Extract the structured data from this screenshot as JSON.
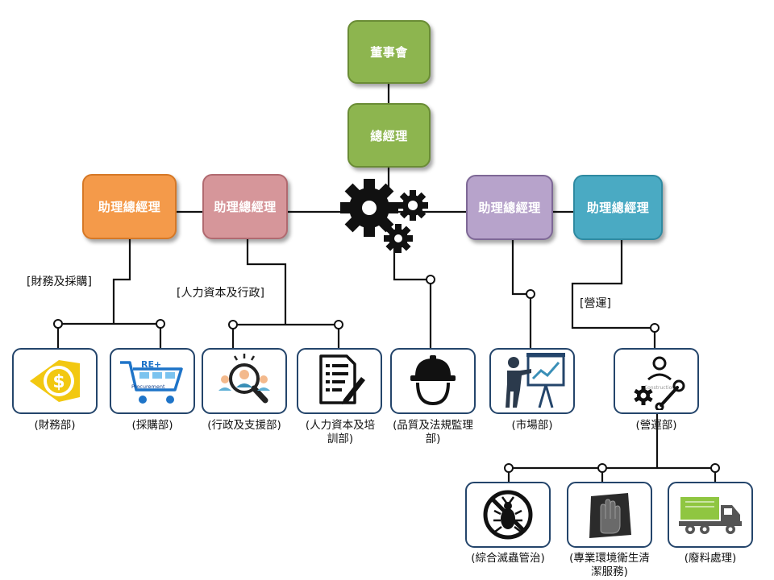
{
  "top": {
    "board": "董事會",
    "gm": "總經理"
  },
  "agm": {
    "a1": "助理總經理",
    "a2": "助理總經理",
    "a3": "助理總經理",
    "a4": "助理總經理"
  },
  "groups": {
    "finance_procurement": "[財務及採購]",
    "hr_admin": "[人力資本及行政]",
    "operations": "[營運]"
  },
  "departments": [
    {
      "label": "(財務部)",
      "icon": "finance-icon"
    },
    {
      "label": "(採購部)",
      "icon": "procurement-cart-icon",
      "icon_text": "Procurement"
    },
    {
      "label": "(行政及支援部)",
      "icon": "admin-support-icon"
    },
    {
      "label": "(人力資本及培訓部)",
      "icon": "document-pen-icon"
    },
    {
      "label": "(品質及法規監理部)",
      "icon": "hard-hat-icon"
    },
    {
      "label": "(市場部)",
      "icon": "presentation-icon"
    },
    {
      "label": "(營運部)",
      "icon": "operations-gear-icon",
      "icon_text": "Construction"
    }
  ],
  "operations_units": [
    {
      "label": "(綜合滅蟲管治)",
      "icon": "no-bugs-icon"
    },
    {
      "label": "(專業環境衛生清潔服務)",
      "icon": "cleaning-hand-icon"
    },
    {
      "label": "(廢料處理)",
      "icon": "dump-truck-icon"
    }
  ],
  "colors": {
    "green": "#8db54f",
    "orange": "#f49a4a",
    "pink": "#d6969a",
    "purple": "#b7a3cb",
    "teal": "#4aaac3",
    "dept_border": "#24456b",
    "gold": "#f2c811",
    "navy": "#24456b",
    "lime": "#8fc641"
  }
}
